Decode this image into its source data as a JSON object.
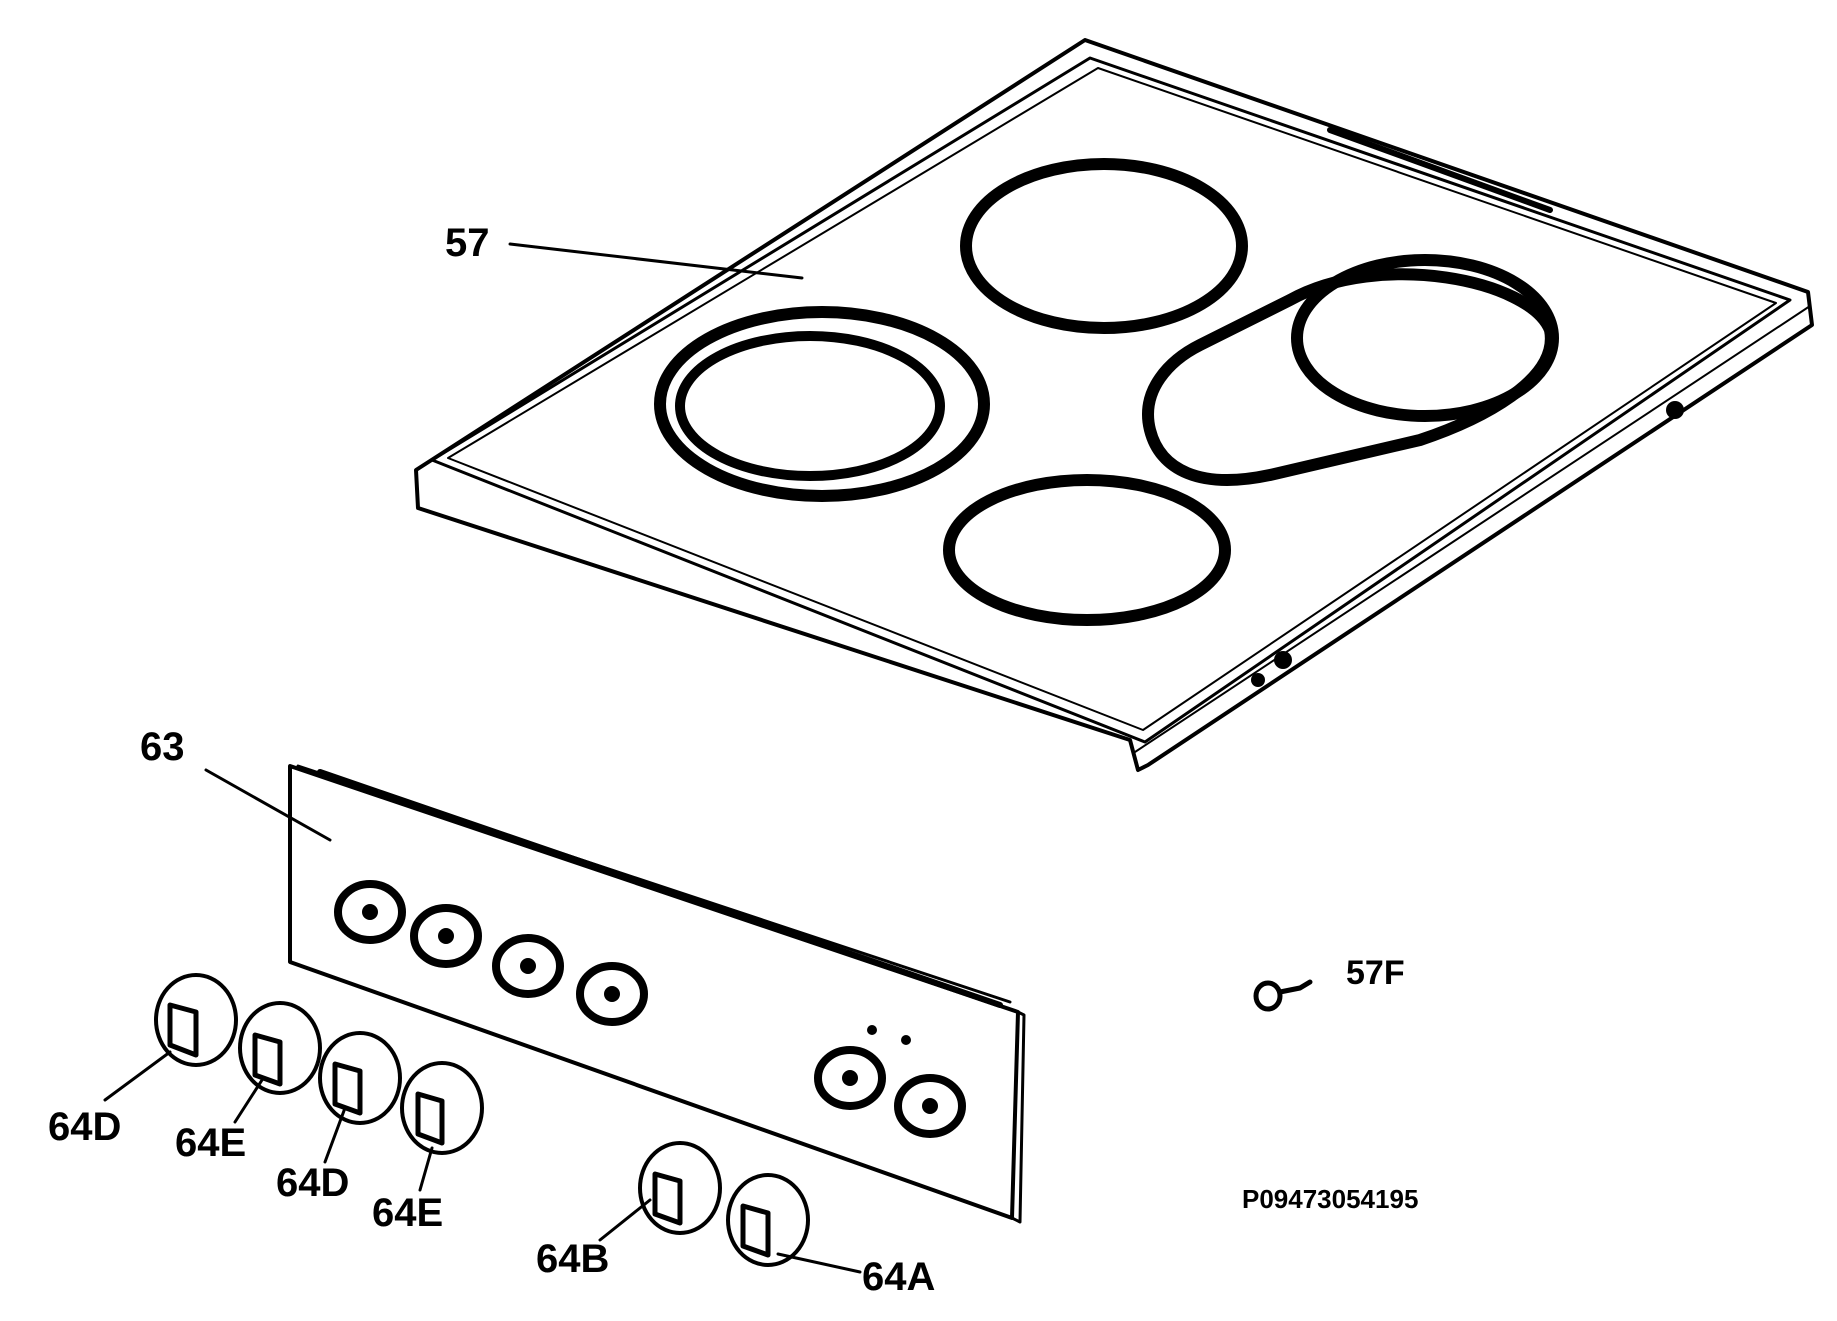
{
  "diagram": {
    "labels": {
      "hob_top": "57",
      "control_panel": "63",
      "screw": "57F",
      "knob_d_1": "64D",
      "knob_e_1": "64E",
      "knob_d_2": "64D",
      "knob_e_2": "64E",
      "knob_b": "64B",
      "knob_a": "64A"
    },
    "part_code": "P09473054195"
  },
  "colors": {
    "line": "#000000",
    "background": "#ffffff"
  }
}
